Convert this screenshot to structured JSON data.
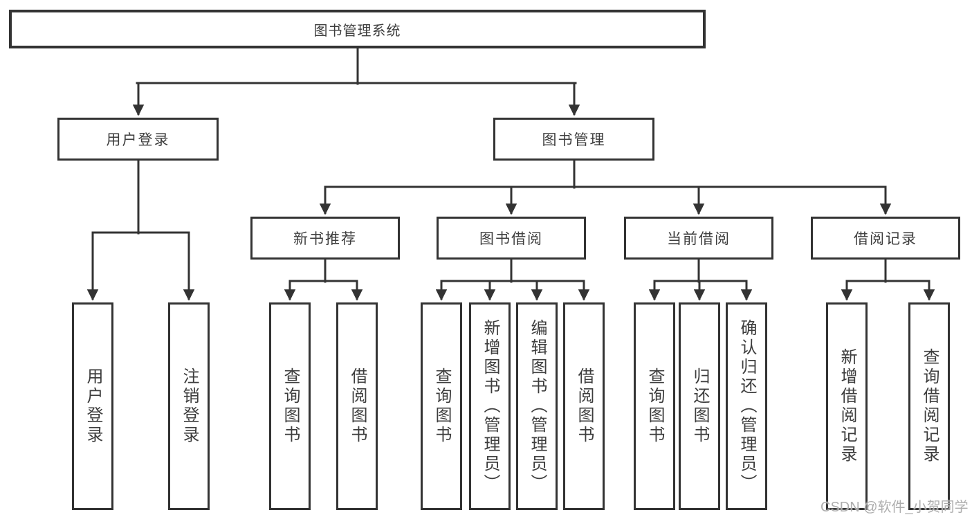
{
  "diagram": {
    "root_label": "图书管理系统",
    "level2": [
      {
        "label": "用户登录"
      },
      {
        "label": "图书管理"
      }
    ],
    "user_login_children": [
      "用户登录",
      "注销登录"
    ],
    "sections": [
      {
        "label": "新书推荐",
        "children": [
          "查询图书",
          "借阅图书"
        ]
      },
      {
        "label": "图书借阅",
        "children": [
          "查询图书",
          "新增图书（管理员）",
          "编辑图书（管理员）",
          "借阅图书"
        ]
      },
      {
        "label": "当前借阅",
        "children": [
          "查询图书",
          "归还图书",
          "确认归还（管理员）"
        ]
      },
      {
        "label": "借阅记录",
        "children": [
          "新增借阅记录",
          "查询借阅记录"
        ]
      }
    ],
    "colors": {
      "line": "#333333",
      "text": "#3d3d3d",
      "watermark": "#aaaaaa",
      "background": "#ffffff"
    }
  },
  "watermark": "CSDN @软件_小贺同学"
}
